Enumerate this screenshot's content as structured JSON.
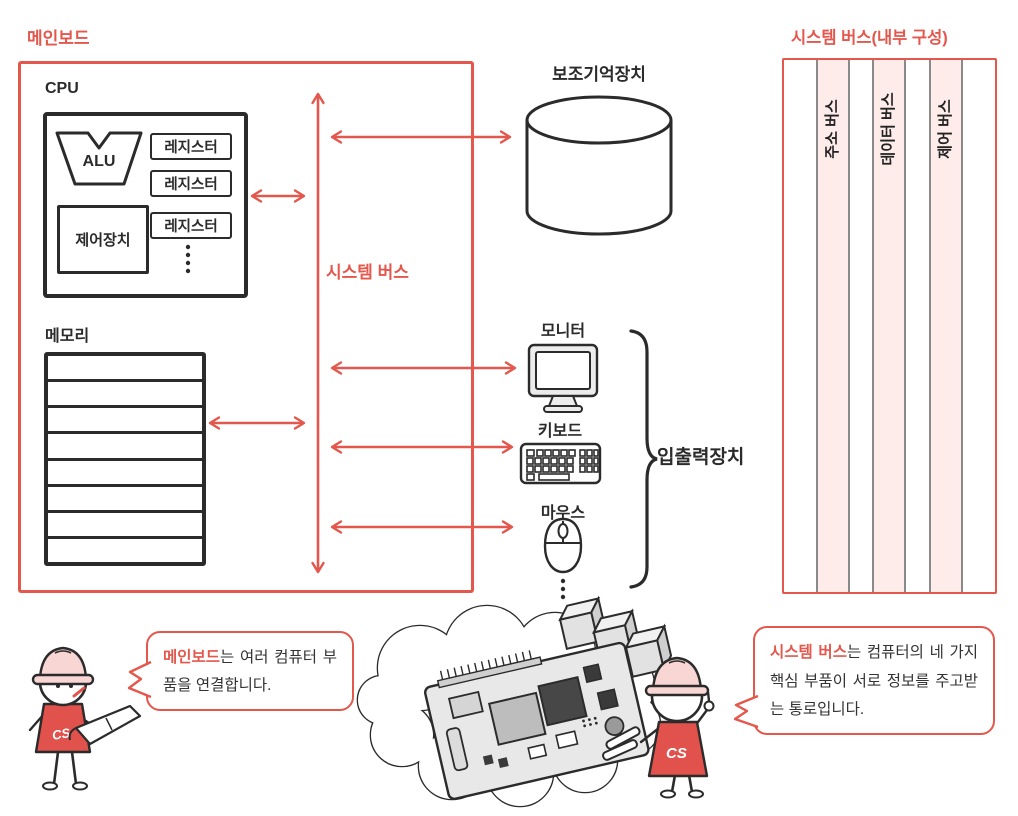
{
  "colors": {
    "accent": "#e4574d",
    "lane_fill": "#fdecea",
    "helmet_pink": "#f8d6d4",
    "vest_red": "#e0524b",
    "ink": "#2b2b2b"
  },
  "mainboard": {
    "label": "메인보드",
    "cpu": {
      "label": "CPU",
      "alu_label": "ALU",
      "control_unit_label": "제어장치",
      "registers": [
        "레지스터",
        "레지스터",
        "레지스터"
      ]
    },
    "memory_label": "메모리",
    "system_bus_label": "시스템 버스"
  },
  "peripherals": {
    "storage_label": "보조기억장치",
    "monitor_label": "모니터",
    "keyboard_label": "키보드",
    "mouse_label": "마우스",
    "io_group_label": "입출력장치"
  },
  "bus_panel": {
    "title": "시스템 버스(내부 구성)",
    "lanes": [
      "주소 버스",
      "데이터 버스",
      "제어 버스"
    ]
  },
  "callouts": {
    "badge": "CS",
    "left": {
      "highlight": "메인보드",
      "rest": "는 여러 컴퓨터 부품을 연결합니다."
    },
    "right": {
      "highlight": "시스템 버스",
      "rest": "는 컴퓨터의 네 가지 핵심 부품이 서로 정보를 주고받는 통로입니다."
    }
  }
}
